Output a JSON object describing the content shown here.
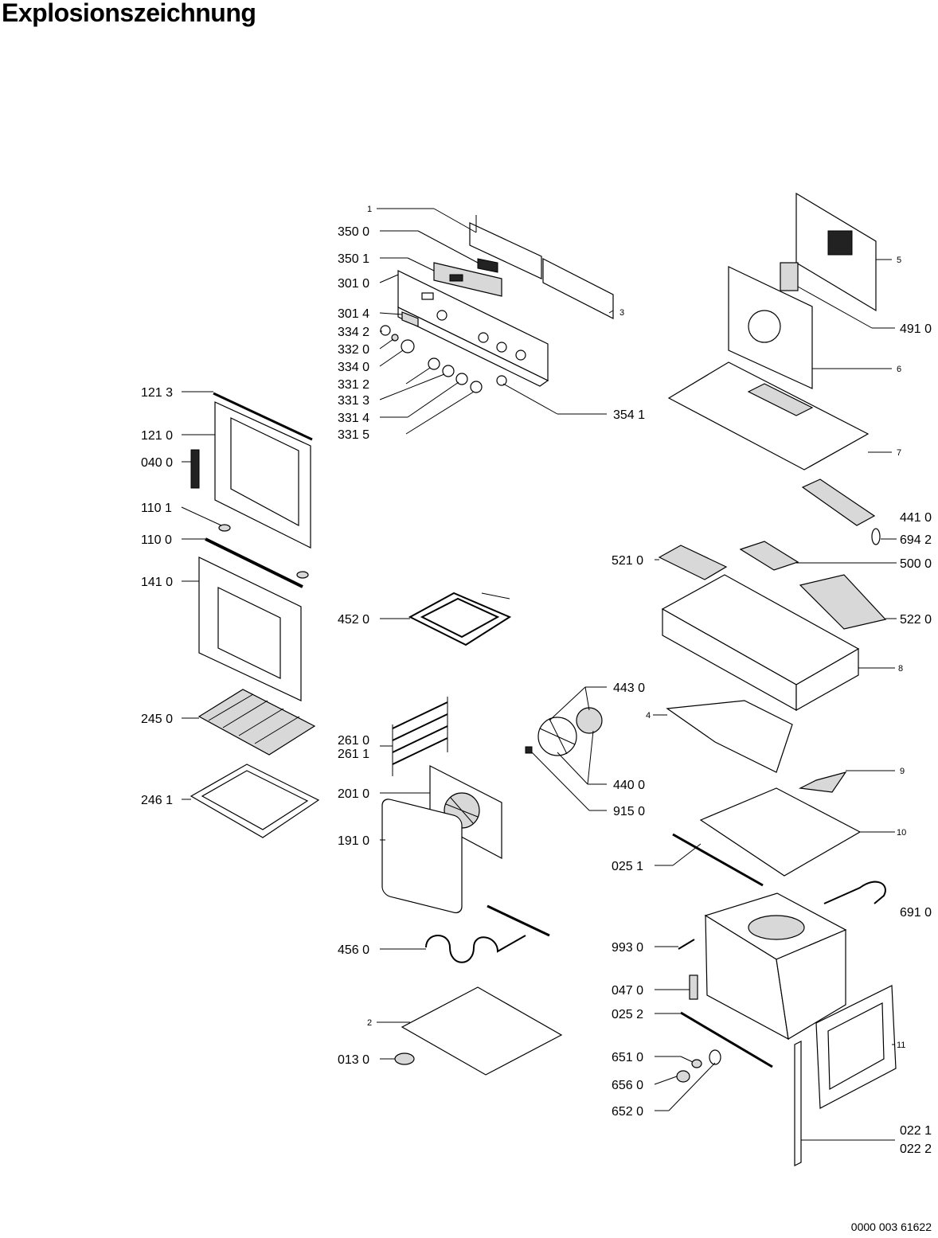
{
  "title": "Explosionszeichnung",
  "document_code": "0000 003 61622",
  "part_labels": {
    "p_1": "1",
    "p_350_0": "350 0",
    "p_350_1": "350 1",
    "p_301_0": "301 0",
    "p_301_4": "301 4",
    "p_334_2": "334 2",
    "p_332_0": "332 0",
    "p_334_0": "334 0",
    "p_331_2": "331 2",
    "p_331_3": "331 3",
    "p_331_4": "331 4",
    "p_331_5": "331 5",
    "p_3": "3",
    "p_354_1": "354 1",
    "p_121_3": "121 3",
    "p_121_0": "121 0",
    "p_040_0": "040 0",
    "p_110_1": "110 1",
    "p_110_0": "110 0",
    "p_141_0": "141 0",
    "p_245_0": "245 0",
    "p_246_1": "246 1",
    "p_452_0": "452 0",
    "p_261_0": "261 0",
    "p_261_1": "261 1",
    "p_201_0": "201 0",
    "p_191_0": "191 0",
    "p_456_0": "456 0",
    "p_2": "2",
    "p_013_0": "013 0",
    "p_443_0": "443 0",
    "p_440_0": "440 0",
    "p_915_0": "915 0",
    "p_5": "5",
    "p_491_0": "491 0",
    "p_6": "6",
    "p_7": "7",
    "p_441_0": "441 0",
    "p_694_2": "694 2",
    "p_521_0": "521 0",
    "p_500_0": "500 0",
    "p_522_0": "522 0",
    "p_8": "8",
    "p_4": "4",
    "p_9": "9",
    "p_10": "10",
    "p_025_1": "025 1",
    "p_691_0": "691 0",
    "p_993_0": "993 0",
    "p_047_0": "047 0",
    "p_025_2": "025 2",
    "p_11": "11",
    "p_651_0": "651 0",
    "p_656_0": "656 0",
    "p_652_0": "652 0",
    "p_022_1": "022 1",
    "p_022_2": "022 2"
  }
}
